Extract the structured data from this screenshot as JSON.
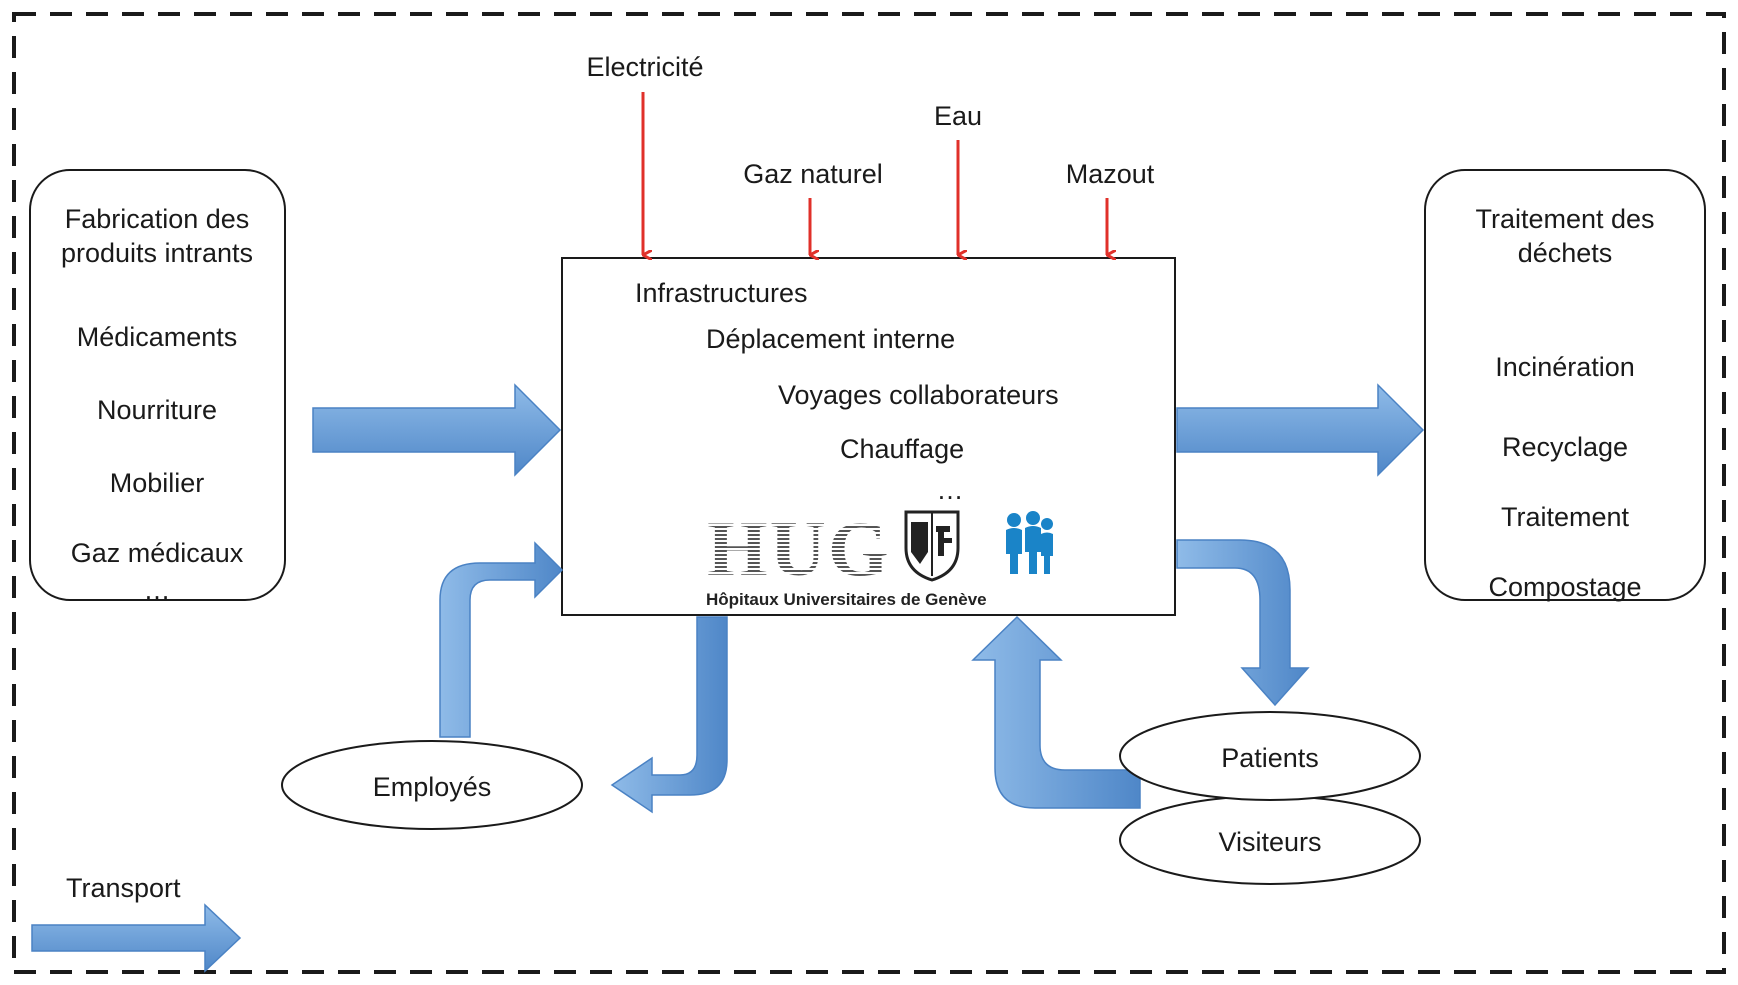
{
  "colors": {
    "flow_arrow": "#6a9fd8",
    "flow_arrow_dark": "#4a82c4",
    "energy_arrow": "#e0302a",
    "hug_blue": "#1a84c8",
    "stroke": "#1a1a1a"
  },
  "energy_inputs": {
    "electricite": "Electricité",
    "gaz_naturel": "Gaz naturel",
    "eau": "Eau",
    "mazout": "Mazout"
  },
  "inputs_box": {
    "title_line1": "Fabrication des",
    "title_line2": "produits intrants",
    "items": [
      "Médicaments",
      "Nourriture",
      "Mobilier",
      "Gaz médicaux",
      "…"
    ]
  },
  "hospital_box": {
    "items": [
      "Infrastructures",
      "Déplacement interne",
      "Voyages collaborateurs",
      "Chauffage",
      "…"
    ],
    "logo_text": "HUG",
    "logo_subtitle": "Hôpitaux Universitaires de Genève"
  },
  "waste_box": {
    "title_line1": "Traitement des",
    "title_line2": "déchets",
    "items": [
      "Incinération",
      "Recyclage",
      "Traitement",
      "Compostage"
    ]
  },
  "people": {
    "employes": "Employés",
    "patients": "Patients",
    "visiteurs": "Visiteurs"
  },
  "legend": {
    "transport": "Transport"
  }
}
